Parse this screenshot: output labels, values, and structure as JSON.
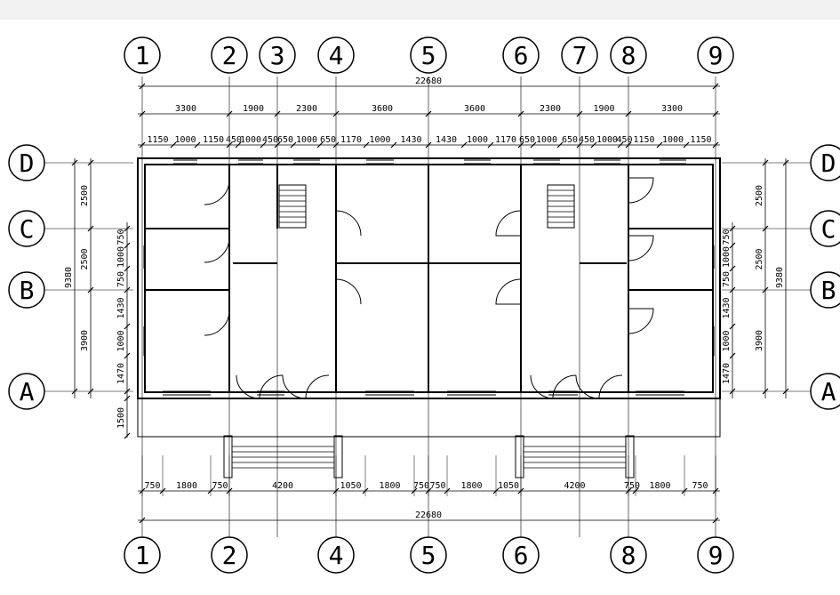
{
  "top_grid_labels": [
    "1",
    "2",
    "3",
    "4",
    "5",
    "6",
    "7",
    "8",
    "9"
  ],
  "bottom_grid_labels": [
    "1",
    "2",
    "4",
    "5",
    "6",
    "8",
    "9"
  ],
  "side_grid_labels": [
    "D",
    "C",
    "B",
    "A"
  ],
  "overall_width": "22680",
  "overall_depth": "9380",
  "top_bay_dims": [
    "3300",
    "1900",
    "2300",
    "3600",
    "3600",
    "2300",
    "1900",
    "3300"
  ],
  "top_window_dims": [
    "1150",
    "1000",
    "1150",
    "450",
    "1000",
    "450",
    "650",
    "1000",
    "650",
    "1170",
    "1000",
    "1430",
    "1430",
    "1000",
    "1170",
    "650",
    "1000",
    "650",
    "450",
    "1000",
    "450",
    "1150",
    "1000",
    "1150"
  ],
  "bottom_dims": [
    "750",
    "1800",
    "750",
    "4200",
    "1050",
    "1800",
    "750",
    "750",
    "1800",
    "1050",
    "4200",
    "750",
    "1800",
    "750"
  ],
  "left_outer_dims": [
    "2500",
    "2500",
    "3900"
  ],
  "left_inner_dims": [
    "750",
    "1000",
    "750",
    "1430",
    "1000",
    "1470"
  ],
  "right_outer_dims": [
    "2500",
    "2500",
    "3900"
  ],
  "right_inner_dims": [
    "750",
    "1000",
    "750",
    "1430",
    "1000",
    "1470"
  ],
  "step_depth": "1500"
}
